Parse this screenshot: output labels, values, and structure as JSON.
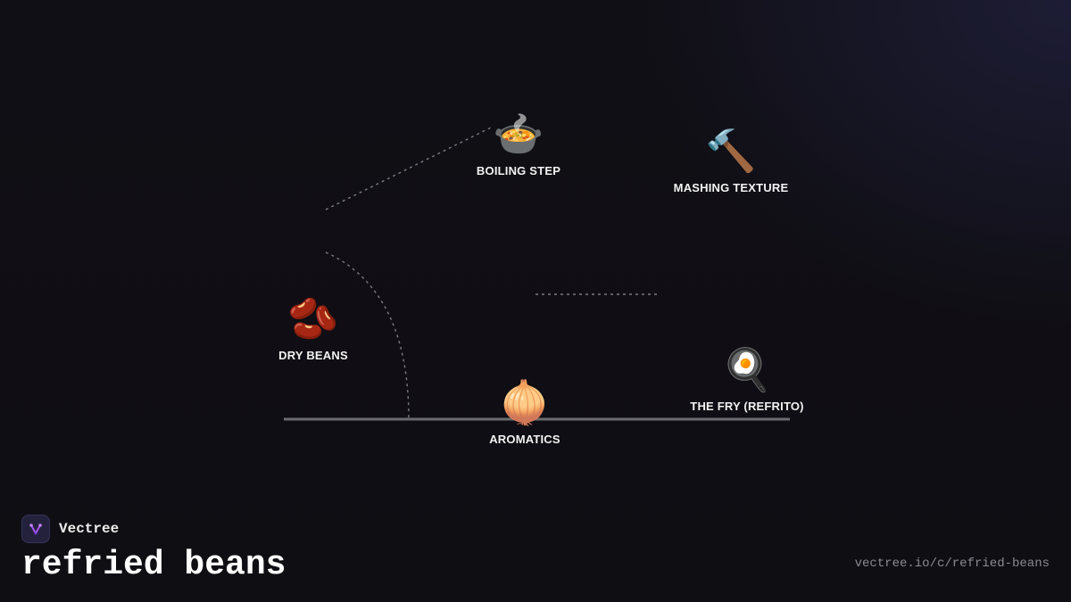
{
  "brand": {
    "name": "Vectree",
    "logo_icon": "vectree-logo-icon",
    "accent_color": "#a855f7"
  },
  "page": {
    "title": "refried beans",
    "url": "vectree.io/c/refried-beans"
  },
  "nodes": [
    {
      "id": "boiling",
      "label": "BOILING STEP",
      "icon": "pot-of-food-icon",
      "glyph": "🍲"
    },
    {
      "id": "mashing",
      "label": "MASHING TEXTURE",
      "icon": "hammer-icon",
      "glyph": "🔨"
    },
    {
      "id": "dry_beans",
      "label": "DRY BEANS",
      "icon": "beans-icon",
      "glyph": "🫘"
    },
    {
      "id": "fry",
      "label": "THE FRY (REFRITO)",
      "icon": "frying-pan-egg-icon",
      "glyph": "🍳"
    },
    {
      "id": "aromatics",
      "label": "AROMATICS",
      "icon": "onion-icon",
      "glyph": "🧅"
    }
  ],
  "edges": [
    {
      "from": "dry_beans",
      "to": "boiling"
    },
    {
      "from": "dry_beans",
      "to": "aromatics"
    },
    {
      "from": "boiling",
      "to": "mashing"
    }
  ]
}
